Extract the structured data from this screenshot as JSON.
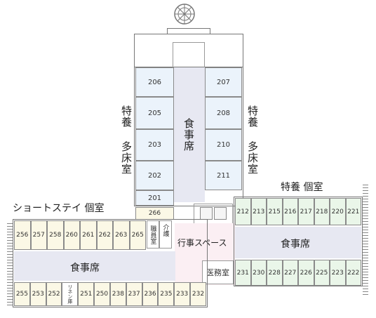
{
  "labels": {
    "tokuyo_tasho_left": "特養 多床室",
    "tokuyo_tasho_right": "特養 多床室",
    "tokuyo_koshitsu": "特養 個室",
    "short_stay": "ショートステイ 個室",
    "dining_center": "食事席",
    "dining_left": "食事席",
    "dining_right": "食事席",
    "event_space": "行事スペース",
    "medical_room": "医務室",
    "staff_room": "職員室",
    "care": "介護",
    "linen": "リネン庫"
  },
  "rooms": {
    "north_left": [
      "206",
      "205",
      "203",
      "202",
      "201"
    ],
    "north_right": [
      "207",
      "208",
      "210",
      "211"
    ],
    "small_266": "266",
    "east_top": [
      "212",
      "213",
      "215",
      "216",
      "217",
      "218",
      "220",
      "221"
    ],
    "east_bottom": [
      "231",
      "230",
      "228",
      "227",
      "226",
      "225",
      "223",
      "222"
    ],
    "west_top": [
      "256",
      "257",
      "258",
      "260",
      "261",
      "262",
      "263",
      "265"
    ],
    "west_bottom": [
      "255",
      "253",
      "252",
      "251",
      "250",
      "238",
      "237",
      "236",
      "235",
      "233",
      "232"
    ]
  },
  "colors": {
    "room_blue": "#ebf3fb",
    "room_green": "#eaf6e9",
    "room_beige": "#fbf8e6",
    "corridor": "#e7e8f2",
    "event_space": "#fbeff3"
  },
  "icons": [
    "fan-icon",
    "elevator-icon",
    "stair-icon"
  ]
}
